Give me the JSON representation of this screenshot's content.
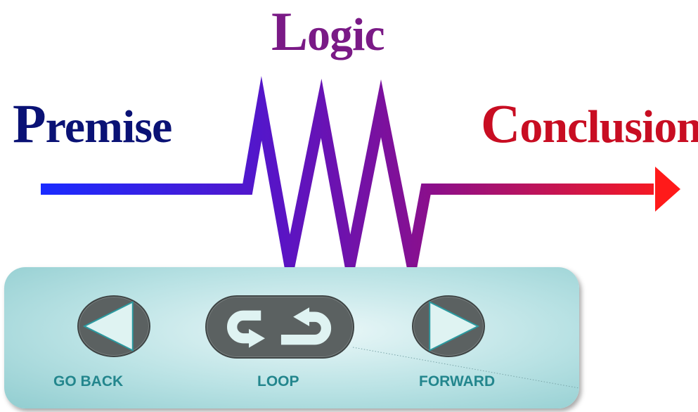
{
  "diagram": {
    "logic_word": {
      "initial": "L",
      "rest": "ogic",
      "color": "#7a1a86"
    },
    "premise_word": {
      "initial": "P",
      "rest": "remise",
      "color": "#0a1275"
    },
    "conclusion_word": {
      "initial": "C",
      "rest": "onclusion",
      "color": "#c80d22"
    },
    "arrow_gradient": {
      "start": "#1a2bff",
      "middle": "#6a10b8",
      "end": "#ff1a1a"
    }
  },
  "controls": {
    "back": {
      "label": "GO BACK",
      "icon": "triangle-left-icon"
    },
    "loop": {
      "label": "LOOP",
      "icon": "loop-arrows-icon"
    },
    "forward": {
      "label": "FORWARD",
      "icon": "triangle-right-icon"
    },
    "label_color": "#23868d",
    "button_color": "#5b6161",
    "icon_color": "#dff3f2"
  }
}
